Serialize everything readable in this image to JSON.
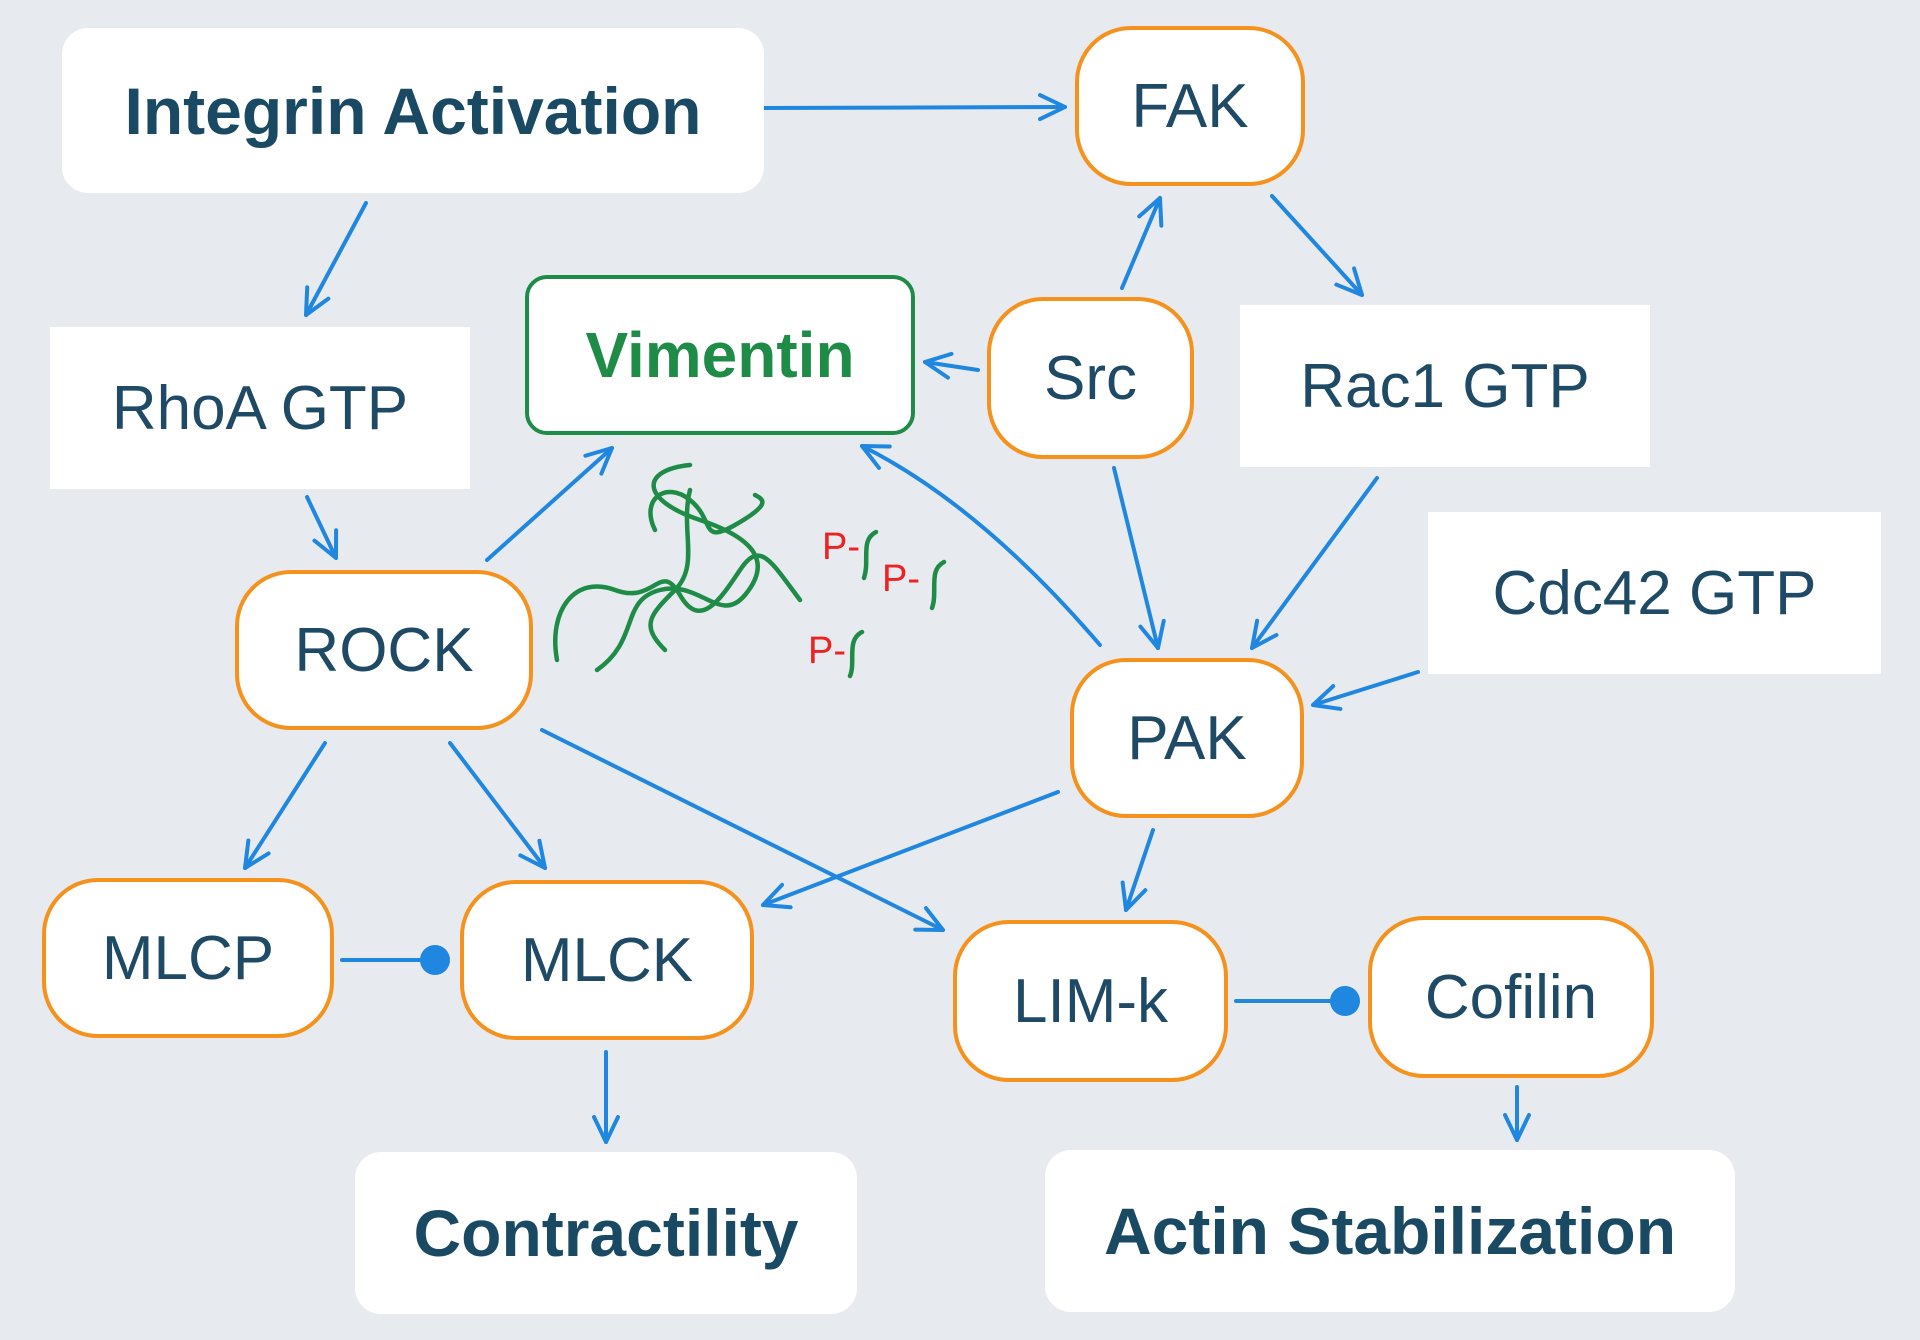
{
  "nodes": {
    "integrin": "Integrin Activation",
    "fak": "FAK",
    "rhoa": "RhoA GTP",
    "vimentin": "Vimentin",
    "src": "Src",
    "rac1": "Rac1 GTP",
    "cdc42": "Cdc42 GTP",
    "rock": "ROCK",
    "pak": "PAK",
    "mlcp": "MLCP",
    "mlck": "MLCK",
    "limk": "LIM-k",
    "cofilin": "Cofilin",
    "contractility": "Contractility",
    "actin": "Actin Stabilization"
  },
  "phospho_label": "P-",
  "colors": {
    "arrow": "#1f87e0",
    "enzyme_border": "#f5921e",
    "vimentin": "#1e8c46",
    "filament": "#1e8c46",
    "phospho": "#ee2222",
    "text": "#1e4a66",
    "background": "#e7eaee"
  },
  "edges": [
    {
      "from": "integrin",
      "to": "fak",
      "type": "activation"
    },
    {
      "from": "integrin",
      "to": "rhoa",
      "type": "activation"
    },
    {
      "from": "rhoa",
      "to": "rock",
      "type": "activation"
    },
    {
      "from": "rock",
      "to": "vimentin",
      "type": "activation"
    },
    {
      "from": "src",
      "to": "fak",
      "type": "activation"
    },
    {
      "from": "src",
      "to": "vimentin",
      "type": "activation"
    },
    {
      "from": "src",
      "to": "pak",
      "type": "activation"
    },
    {
      "from": "fak",
      "to": "rac1",
      "type": "activation"
    },
    {
      "from": "rac1",
      "to": "pak",
      "type": "activation"
    },
    {
      "from": "cdc42",
      "to": "pak",
      "type": "activation"
    },
    {
      "from": "pak",
      "to": "vimentin",
      "type": "activation"
    },
    {
      "from": "rock",
      "to": "mlcp",
      "type": "activation"
    },
    {
      "from": "rock",
      "to": "mlck",
      "type": "activation"
    },
    {
      "from": "rock",
      "to": "limk",
      "type": "activation"
    },
    {
      "from": "pak",
      "to": "mlck",
      "type": "activation"
    },
    {
      "from": "pak",
      "to": "limk",
      "type": "activation"
    },
    {
      "from": "mlcp",
      "to": "mlck",
      "type": "inhibition"
    },
    {
      "from": "limk",
      "to": "cofilin",
      "type": "inhibition"
    },
    {
      "from": "mlck",
      "to": "contractility",
      "type": "activation"
    },
    {
      "from": "cofilin",
      "to": "actin",
      "type": "activation"
    }
  ]
}
